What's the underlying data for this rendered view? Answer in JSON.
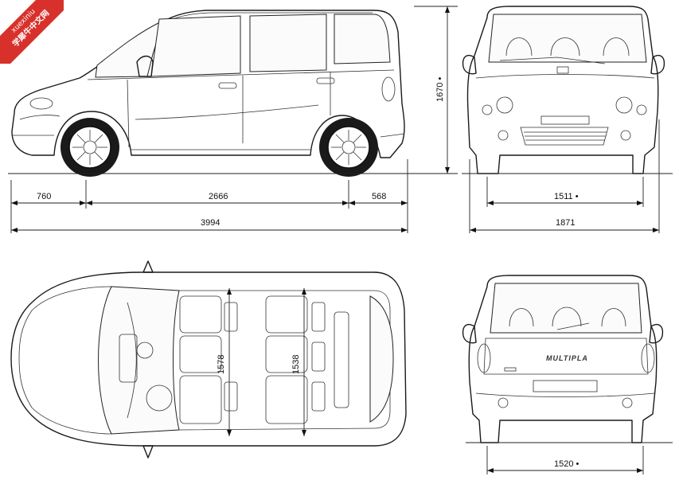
{
  "watermark": {
    "top": "xuexiniu",
    "bottom": "学犀牛中文网"
  },
  "side_view": {
    "height": "1670 •",
    "front_overhang": "760",
    "wheelbase": "2666",
    "rear_overhang": "568",
    "length": "3994"
  },
  "front_view": {
    "front_track": "1511 •",
    "width": "1871"
  },
  "top_view": {
    "interior_width_front": "1578",
    "interior_width_rear": "1538"
  },
  "rear_view": {
    "rear_track": "1520 •",
    "badge": "MULTIPLA"
  }
}
